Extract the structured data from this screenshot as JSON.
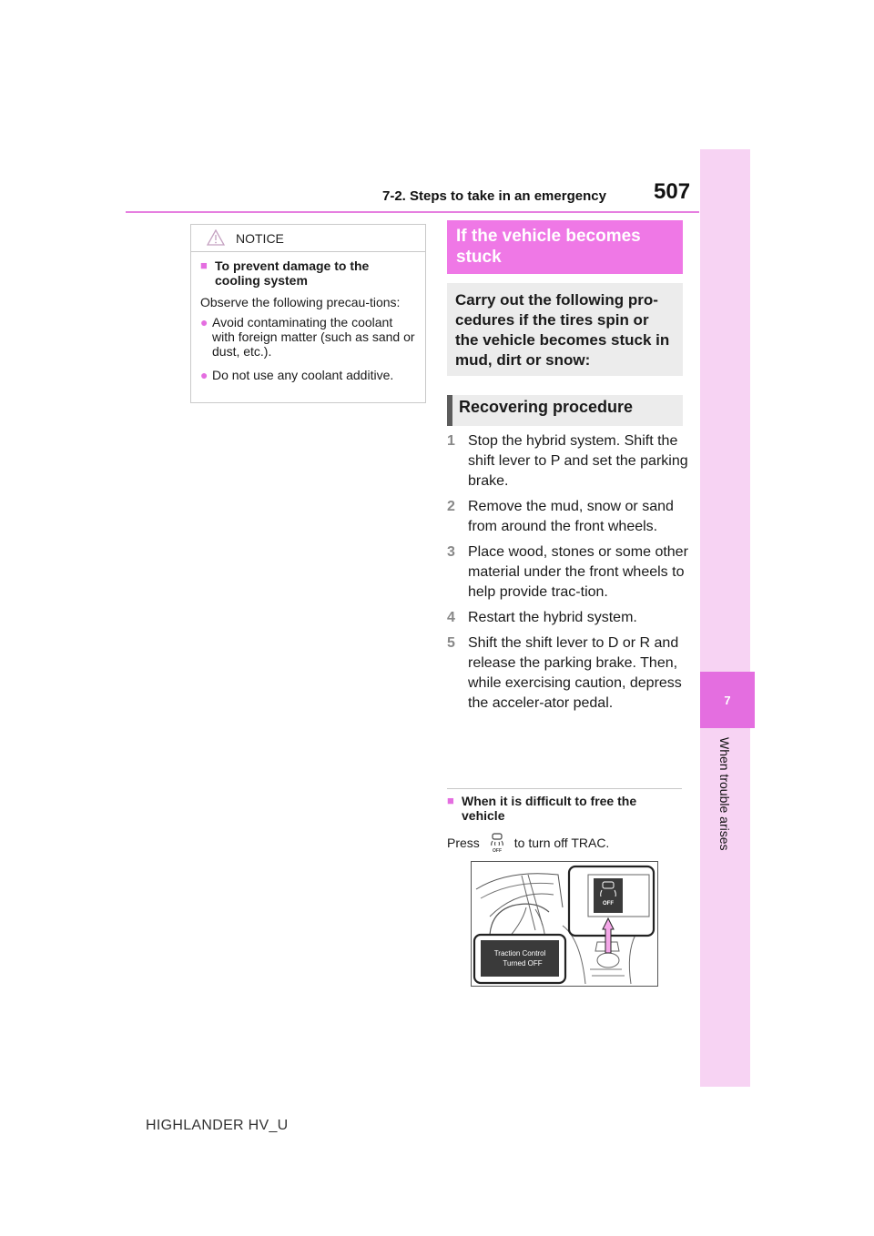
{
  "header": {
    "section_title": "7-2. Steps to take in an emergency",
    "page_number": "507"
  },
  "side_tab": {
    "chapter": "7",
    "label": "When trouble arises"
  },
  "notice": {
    "title": "NOTICE",
    "subheading": "To prevent damage to the cooling system",
    "paragraph": "Observe the following precau-tions:",
    "bullets": [
      "Avoid contaminating the coolant with foreign matter (such as sand or dust, etc.).",
      "Do not use any coolant additive."
    ]
  },
  "stuck": {
    "banner": "If the vehicle becomes stuck",
    "intro": "Carry out the following pro-cedures if the tires spin or the vehicle becomes stuck in mud, dirt or snow:",
    "section_title": "Recovering procedure",
    "steps": [
      {
        "num": "1",
        "text": "Stop the hybrid system. Shift the shift lever to P and set the parking brake."
      },
      {
        "num": "2",
        "text": "Remove the mud, snow or sand from around the front wheels."
      },
      {
        "num": "3",
        "text": "Place wood, stones or some other material under the front wheels to help provide trac-tion."
      },
      {
        "num": "4",
        "text": "Restart the hybrid system."
      },
      {
        "num": "5",
        "text": "Shift the shift lever to D or R and release the parking brake. Then, while exercising caution, depress the acceler-ator pedal."
      }
    ],
    "subheading2": "When it is difficult to free the vehicle",
    "press_before": "Press",
    "press_after": "to turn off TRAC.",
    "button_label": "OFF",
    "figure_display_line1": "Traction Control",
    "figure_display_line2": "Turned OFF",
    "accent_color": "#e46ee0"
  },
  "footer": {
    "model": "HIGHLANDER HV_U"
  }
}
